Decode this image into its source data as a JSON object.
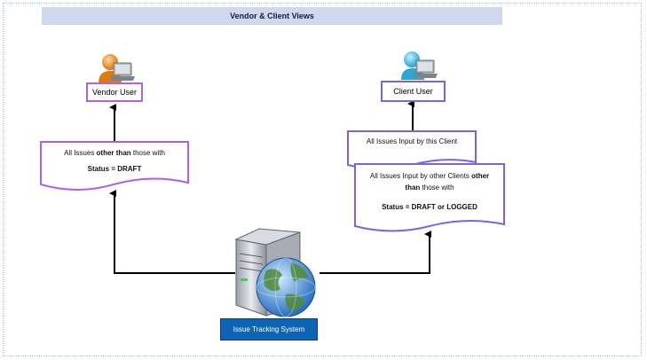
{
  "title": "Vendor & Client Views",
  "vendor": {
    "label": "Vendor User",
    "note_line1_a": "All Issues ",
    "note_line1_b": "other than",
    "note_line1_c": " those with",
    "note_line2": "Status = DRAFT"
  },
  "client": {
    "label": "Client User",
    "note1": "All Issues Input by this Client",
    "note2_line1_a": "All Issues Input by other  Clients ",
    "note2_line1_b": "other",
    "note2_line2": "than",
    "note2_line2_b": " those with",
    "note2_line3": "Status = DRAFT or LOGGED"
  },
  "system": {
    "label": "Issue Tracking System"
  },
  "colors": {
    "vendor_border": "#b060e0",
    "client_border": "#7b63e6",
    "system_bg": "#0e64b4",
    "title_bg": "#cfd8ee"
  },
  "icons": [
    "vendor-user-icon",
    "client-user-icon",
    "server-globe-icon"
  ]
}
